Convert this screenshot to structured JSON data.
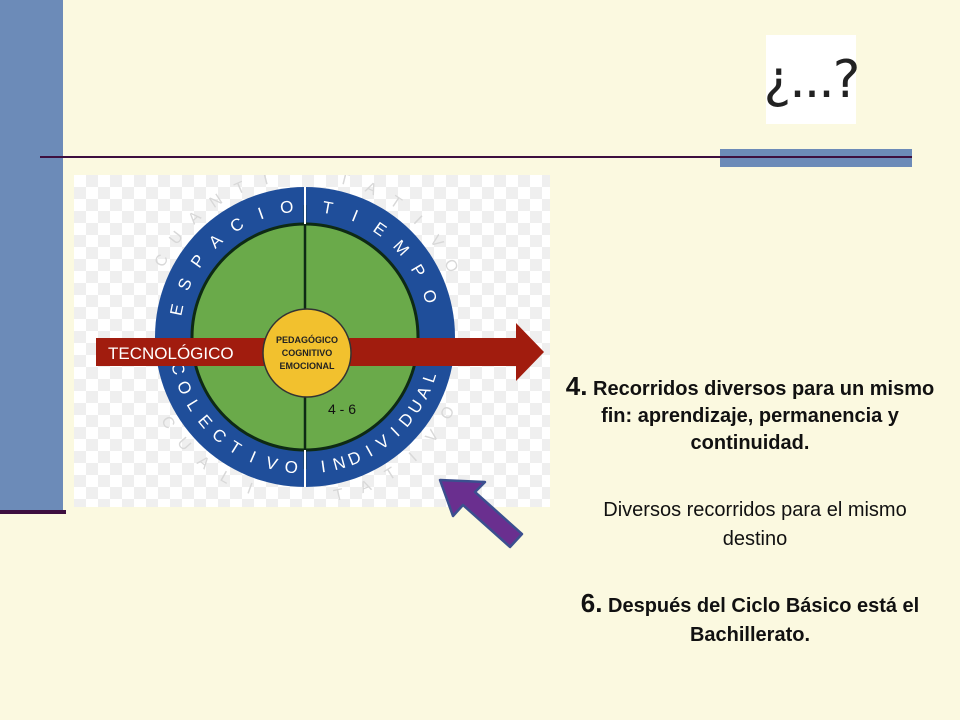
{
  "slide": {
    "question_glyph": "¿...?",
    "diagram": {
      "ring_top_left": [
        "E",
        "S",
        "P",
        "A",
        "C",
        "I",
        "O"
      ],
      "ring_top_right": [
        "T",
        "I",
        "E",
        "M",
        "P",
        "O"
      ],
      "ring_bottom_left": [
        "C",
        "O",
        "L",
        "E",
        "C",
        "T",
        "I",
        "V",
        "O"
      ],
      "ring_bottom_right": [
        "I",
        "N",
        "D",
        "I",
        "V",
        "I",
        "D",
        "U",
        "A",
        "L"
      ],
      "arrow_label": "TECNOLÓGICO",
      "center_lines": [
        "PEDAGÓGICO",
        "COGNITIVO",
        "EMOCIONAL"
      ],
      "quadrant_label": "4 - 6",
      "outer_faint_left": [
        "C",
        "U",
        "A",
        "N",
        "T",
        "I"
      ],
      "outer_faint_right": [
        "T",
        "A",
        "T",
        "I",
        "V",
        "O"
      ],
      "outer_faint_bottom_left": [
        "C",
        "U",
        "A",
        "L",
        "I"
      ],
      "outer_faint_bottom_right": [
        "T",
        "A",
        "T",
        "I",
        "V",
        "O"
      ]
    },
    "point4": {
      "number": "4.",
      "text": "Recorridos diversos para un mismo fin: aprendizaje, permanencia y continuidad."
    },
    "subtext": "Diversos recorridos para el mismo destino",
    "point6": {
      "number": "6.",
      "text": "Después del Ciclo Básico está el Bachillerato."
    },
    "colors": {
      "background": "#fbf9e0",
      "sidebar": "#6c8bb8",
      "rule": "#3d0f3f",
      "ring_blue": "#1f4e9a",
      "inner_green": "#6aaa4a",
      "arrow_red": "#a11c0e",
      "center_yellow": "#f2c12e",
      "pointer_purple": "#6a2f8f"
    }
  }
}
